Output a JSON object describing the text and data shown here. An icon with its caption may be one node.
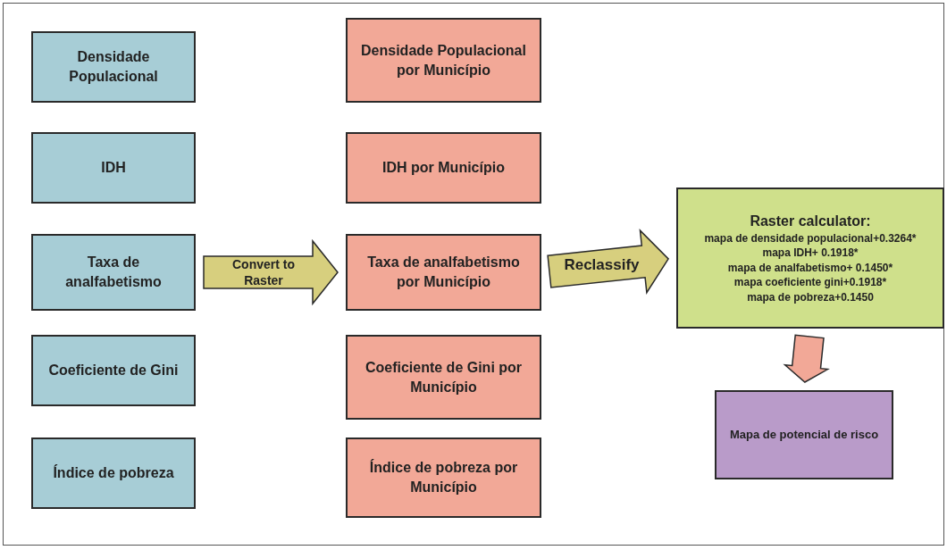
{
  "diagram": {
    "nodes": [
      {
        "text": [
          "Densidade Populacional"
        ]
      },
      {
        "text": [
          "IDH"
        ]
      },
      {
        "text": [
          "Taxa de analfabetismo"
        ]
      },
      {
        "text": [
          "Coeficiente de Gini"
        ]
      },
      {
        "text": [
          "Índice de pobreza"
        ]
      },
      {
        "text": [
          "Densidade Populacional por Município"
        ]
      },
      {
        "text": [
          "IDH por Município"
        ]
      },
      {
        "text": [
          "Taxa de analfabetismo por Município"
        ]
      },
      {
        "text": [
          "Coeficiente de Gini por Município"
        ]
      },
      {
        "text": [
          "Índice de pobreza por Município"
        ]
      },
      {
        "text": [
          "Raster calculator:",
          "mapa de densidade populacional+0.3264*",
          "mapa IDH+ 0.1918*",
          "mapa de analfabetismo+ 0.1450*",
          "mapa coeficiente gini+0.1918*",
          "mapa de pobreza+0.1450"
        ]
      },
      {
        "text": [
          "Mapa de potencial de risco"
        ]
      }
    ],
    "edges": [
      {
        "from": 2,
        "to": 7,
        "arrow": "to",
        "style": "thick",
        "label": "Convert to Raster"
      },
      {
        "from": 7,
        "to": 10,
        "arrow": "to",
        "style": "thick",
        "label": "Reclassify"
      },
      {
        "from": 10,
        "to": 11,
        "arrow": "to",
        "style": "thick",
        "color": "#f2a897"
      }
    ]
  }
}
